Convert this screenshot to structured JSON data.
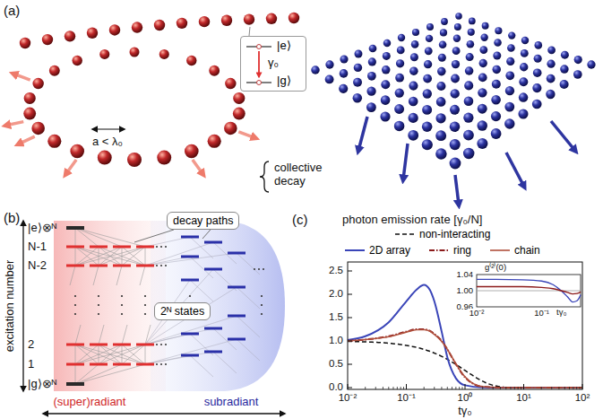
{
  "diagram": {
    "nodes": [
      {
        "text": [
          "|e⟩",
          "γ₀",
          "|g⟩"
        ]
      },
      {
        "text": [
          "decay paths"
        ]
      },
      {
        "text": [
          "2ᴺ states"
        ]
      }
    ],
    "labels": [
      "(a)",
      "a < λ₀",
      "collective decay",
      "(b)",
      "excitation number",
      "|e⟩⊗ᴺ",
      "N-1",
      "N-2",
      "2",
      "1",
      "|g⟩⊗ᴺ",
      "(super)radiant",
      "subradiant",
      "(c)",
      "photon emission rate [γ₀/N]",
      "2.5",
      "2.0",
      "1.5",
      "1.0",
      "0.5",
      "0.0",
      "10⁻²",
      "10⁻¹",
      "10⁰",
      "10¹",
      "10²",
      "tγ₀",
      "g⁽²⁾(0)",
      "1.04",
      "1.00",
      "0.96",
      "10⁻²",
      "10⁻¹",
      "tγ₀"
    ],
    "legend": [
      {
        "text": "non-interacting"
      },
      {
        "text": "2D array"
      },
      {
        "text": "ring"
      },
      {
        "text": "chain"
      }
    ]
  }
}
